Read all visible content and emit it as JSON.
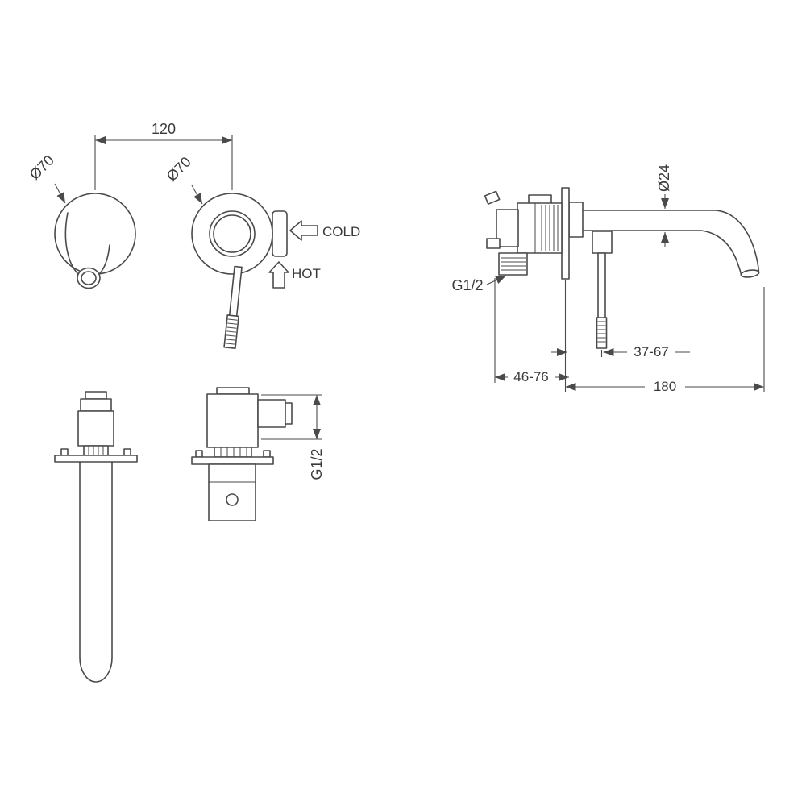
{
  "meta": {
    "background_color": "#ffffff",
    "line_color": "#4a4a4a",
    "text_color": "#3a3a3a",
    "drawing_type": "wall-mounted basin mixer tap technical drawing"
  },
  "front_view": {
    "dim_width": "120",
    "dia_left": "Ø70",
    "dia_right": "Ø70",
    "cold": "COLD",
    "hot": "HOT"
  },
  "side_view": {
    "dia_spout": "Ø24",
    "thread": "G1/2",
    "dim_handle": "37-67",
    "dim_body": "46-76",
    "dim_reach": "180"
  },
  "plan_view": {
    "thread": "G1/2"
  }
}
